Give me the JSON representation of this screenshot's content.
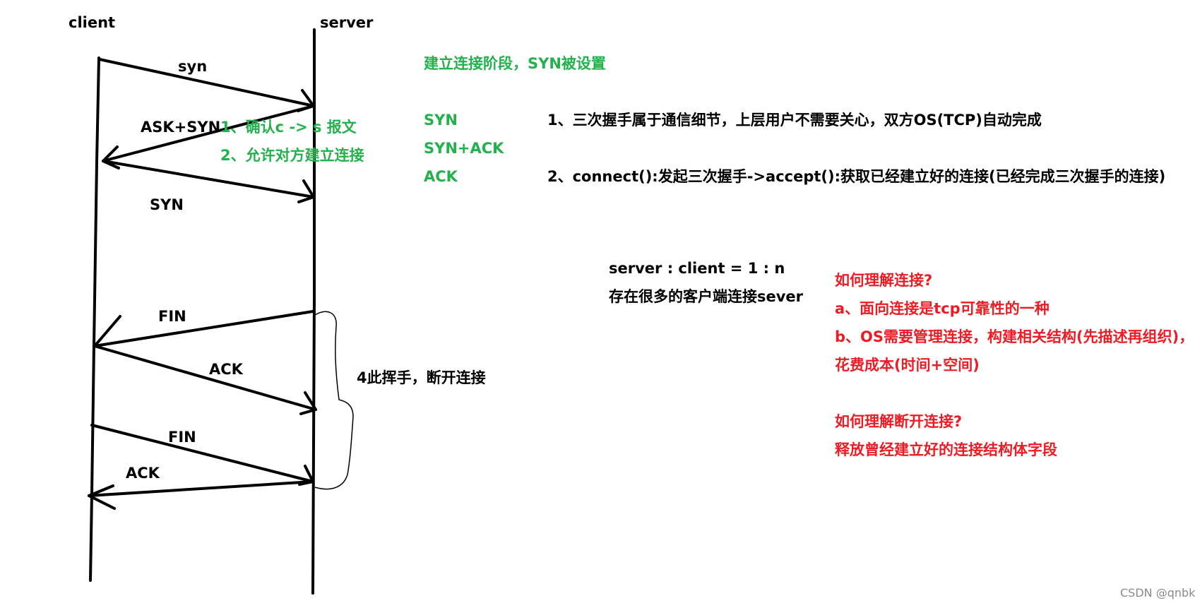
{
  "actors": {
    "client": "client",
    "server": "server"
  },
  "messages": {
    "syn": "syn",
    "ask_syn": "ASK+SYN",
    "syn2": "SYN",
    "fin1": "FIN",
    "ack1": "ACK",
    "fin2": "FIN",
    "ack2": "ACK"
  },
  "notes": {
    "confirm": "1、确认c -> s 报文",
    "allow": "2、允许对方建立连接",
    "four_wave": "4此挥手，断开连接"
  },
  "handshake": {
    "heading": "建立连接阶段，SYN被设置",
    "flags": [
      "SYN",
      "SYN+ACK",
      "ACK"
    ],
    "point1": "1、三次握手属于通信细节，上层用户不需要关心，双方OS(TCP)自动完成",
    "point2": "2、connect():发起三次握手->accept():获取已经建立好的连接(已经完成三次握手的连接)"
  },
  "ratio": {
    "line1": "server : client = 1 : n",
    "line2": "存在很多的客户端连接sever"
  },
  "connection_qa": {
    "q1": "如何理解连接?",
    "a": "a、面向连接是tcp可靠性的一种",
    "b": "b、OS需要管理连接，构建相关结构(先描述再组织)，",
    "cost": "花费成本(时间+空间)",
    "q2": "如何理解断开连接?",
    "release": "释放曾经建立好的连接结构体字段"
  },
  "watermark": "CSDN @qnbk",
  "colors": {
    "ink": "#000000",
    "green": "#22b14c",
    "red": "#ed1c24",
    "watermark": "#8a8a8a"
  }
}
